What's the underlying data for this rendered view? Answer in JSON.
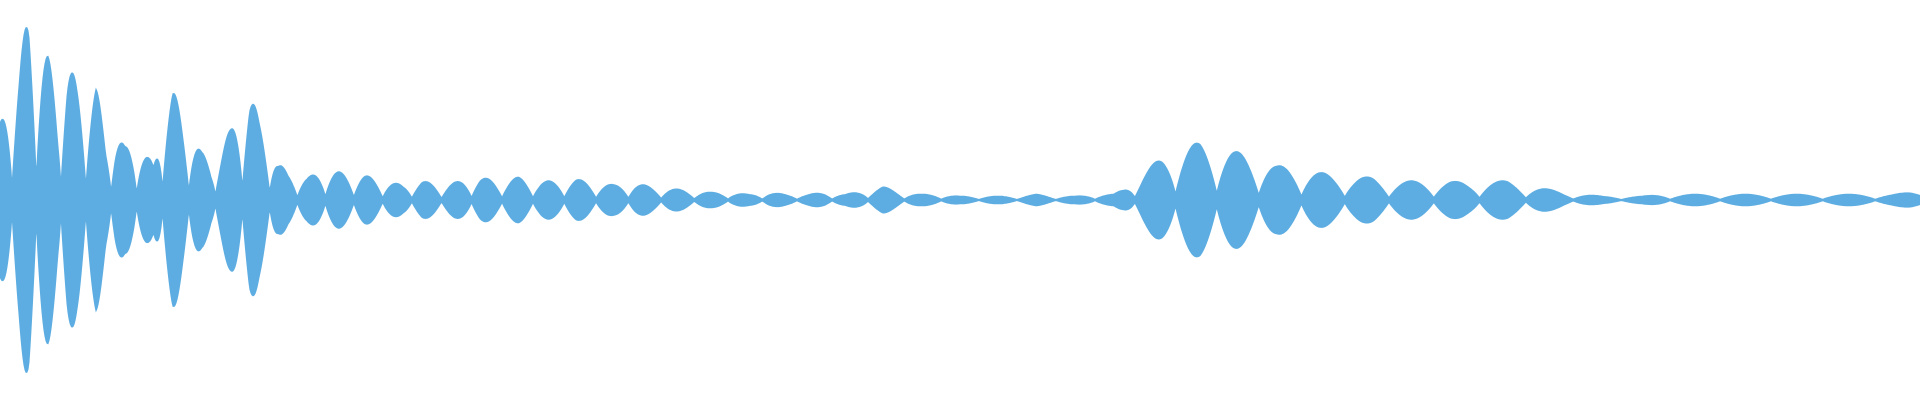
{
  "waveform": {
    "color": "#5dade2",
    "background": "#ffffff",
    "duration": 1.0,
    "baseline": 0.0,
    "max_amplitude": 1.0,
    "envelope": [
      [
        0.0,
        0.4
      ],
      [
        0.005,
        0.55
      ],
      [
        0.01,
        0.72
      ],
      [
        0.015,
        1.0
      ],
      [
        0.02,
        0.83
      ],
      [
        0.025,
        0.75
      ],
      [
        0.03,
        0.58
      ],
      [
        0.035,
        0.72
      ],
      [
        0.04,
        0.62
      ],
      [
        0.045,
        0.56
      ],
      [
        0.05,
        0.6
      ],
      [
        0.055,
        0.34
      ],
      [
        0.06,
        0.36
      ],
      [
        0.065,
        0.28
      ],
      [
        0.07,
        0.32
      ],
      [
        0.075,
        0.25
      ],
      [
        0.08,
        0.19
      ],
      [
        0.085,
        0.52
      ],
      [
        0.09,
        0.58
      ],
      [
        0.095,
        0.45
      ],
      [
        0.1,
        0.36
      ],
      [
        0.105,
        0.25
      ],
      [
        0.11,
        0.2
      ],
      [
        0.115,
        0.27
      ],
      [
        0.12,
        0.37
      ],
      [
        0.125,
        0.5
      ],
      [
        0.13,
        0.58
      ],
      [
        0.135,
        0.42
      ],
      [
        0.14,
        0.34
      ],
      [
        0.145,
        0.2
      ],
      [
        0.15,
        0.14
      ],
      [
        0.16,
        0.12
      ],
      [
        0.17,
        0.16
      ],
      [
        0.18,
        0.14
      ],
      [
        0.19,
        0.13
      ],
      [
        0.2,
        0.1
      ],
      [
        0.21,
        0.08
      ],
      [
        0.22,
        0.1
      ],
      [
        0.23,
        0.08
      ],
      [
        0.24,
        0.1
      ],
      [
        0.25,
        0.12
      ],
      [
        0.26,
        0.1
      ],
      [
        0.27,
        0.12
      ],
      [
        0.28,
        0.1
      ],
      [
        0.29,
        0.1
      ],
      [
        0.3,
        0.11
      ],
      [
        0.31,
        0.09
      ],
      [
        0.32,
        0.08
      ],
      [
        0.33,
        0.09
      ],
      [
        0.34,
        0.07
      ],
      [
        0.35,
        0.06
      ],
      [
        0.36,
        0.05
      ],
      [
        0.37,
        0.04
      ],
      [
        0.38,
        0.04
      ],
      [
        0.39,
        0.03
      ],
      [
        0.4,
        0.04
      ],
      [
        0.41,
        0.03
      ],
      [
        0.42,
        0.03
      ],
      [
        0.43,
        0.04
      ],
      [
        0.44,
        0.03
      ],
      [
        0.45,
        0.05
      ],
      [
        0.46,
        0.07
      ],
      [
        0.47,
        0.04
      ],
      [
        0.48,
        0.03
      ],
      [
        0.49,
        0.03
      ],
      [
        0.5,
        0.02
      ],
      [
        0.51,
        0.02
      ],
      [
        0.52,
        0.02
      ],
      [
        0.53,
        0.02
      ],
      [
        0.54,
        0.03
      ],
      [
        0.55,
        0.02
      ],
      [
        0.56,
        0.02
      ],
      [
        0.57,
        0.03
      ],
      [
        0.58,
        0.03
      ],
      [
        0.585,
        0.06
      ],
      [
        0.595,
        0.15
      ],
      [
        0.605,
        0.22
      ],
      [
        0.615,
        0.28
      ],
      [
        0.625,
        0.3
      ],
      [
        0.635,
        0.28
      ],
      [
        0.645,
        0.25
      ],
      [
        0.655,
        0.22
      ],
      [
        0.665,
        0.18
      ],
      [
        0.675,
        0.17
      ],
      [
        0.685,
        0.15
      ],
      [
        0.695,
        0.13
      ],
      [
        0.705,
        0.12
      ],
      [
        0.715,
        0.12
      ],
      [
        0.725,
        0.1
      ],
      [
        0.735,
        0.1
      ],
      [
        0.745,
        0.1
      ],
      [
        0.755,
        0.1
      ],
      [
        0.765,
        0.09
      ],
      [
        0.775,
        0.1
      ],
      [
        0.785,
        0.1
      ],
      [
        0.795,
        0.08
      ],
      [
        0.805,
        0.06
      ],
      [
        0.815,
        0.04
      ],
      [
        0.825,
        0.03
      ],
      [
        0.835,
        0.02
      ],
      [
        0.845,
        0.02
      ],
      [
        0.855,
        0.02
      ],
      [
        0.865,
        0.03
      ],
      [
        0.875,
        0.03
      ],
      [
        0.885,
        0.03
      ],
      [
        0.895,
        0.03
      ],
      [
        0.905,
        0.03
      ],
      [
        0.915,
        0.03
      ],
      [
        0.925,
        0.03
      ],
      [
        0.935,
        0.03
      ],
      [
        0.945,
        0.03
      ],
      [
        0.955,
        0.03
      ],
      [
        0.965,
        0.03
      ],
      [
        0.975,
        0.03
      ],
      [
        0.985,
        0.03
      ],
      [
        0.995,
        0.04
      ],
      [
        1.0,
        0.04
      ]
    ]
  }
}
